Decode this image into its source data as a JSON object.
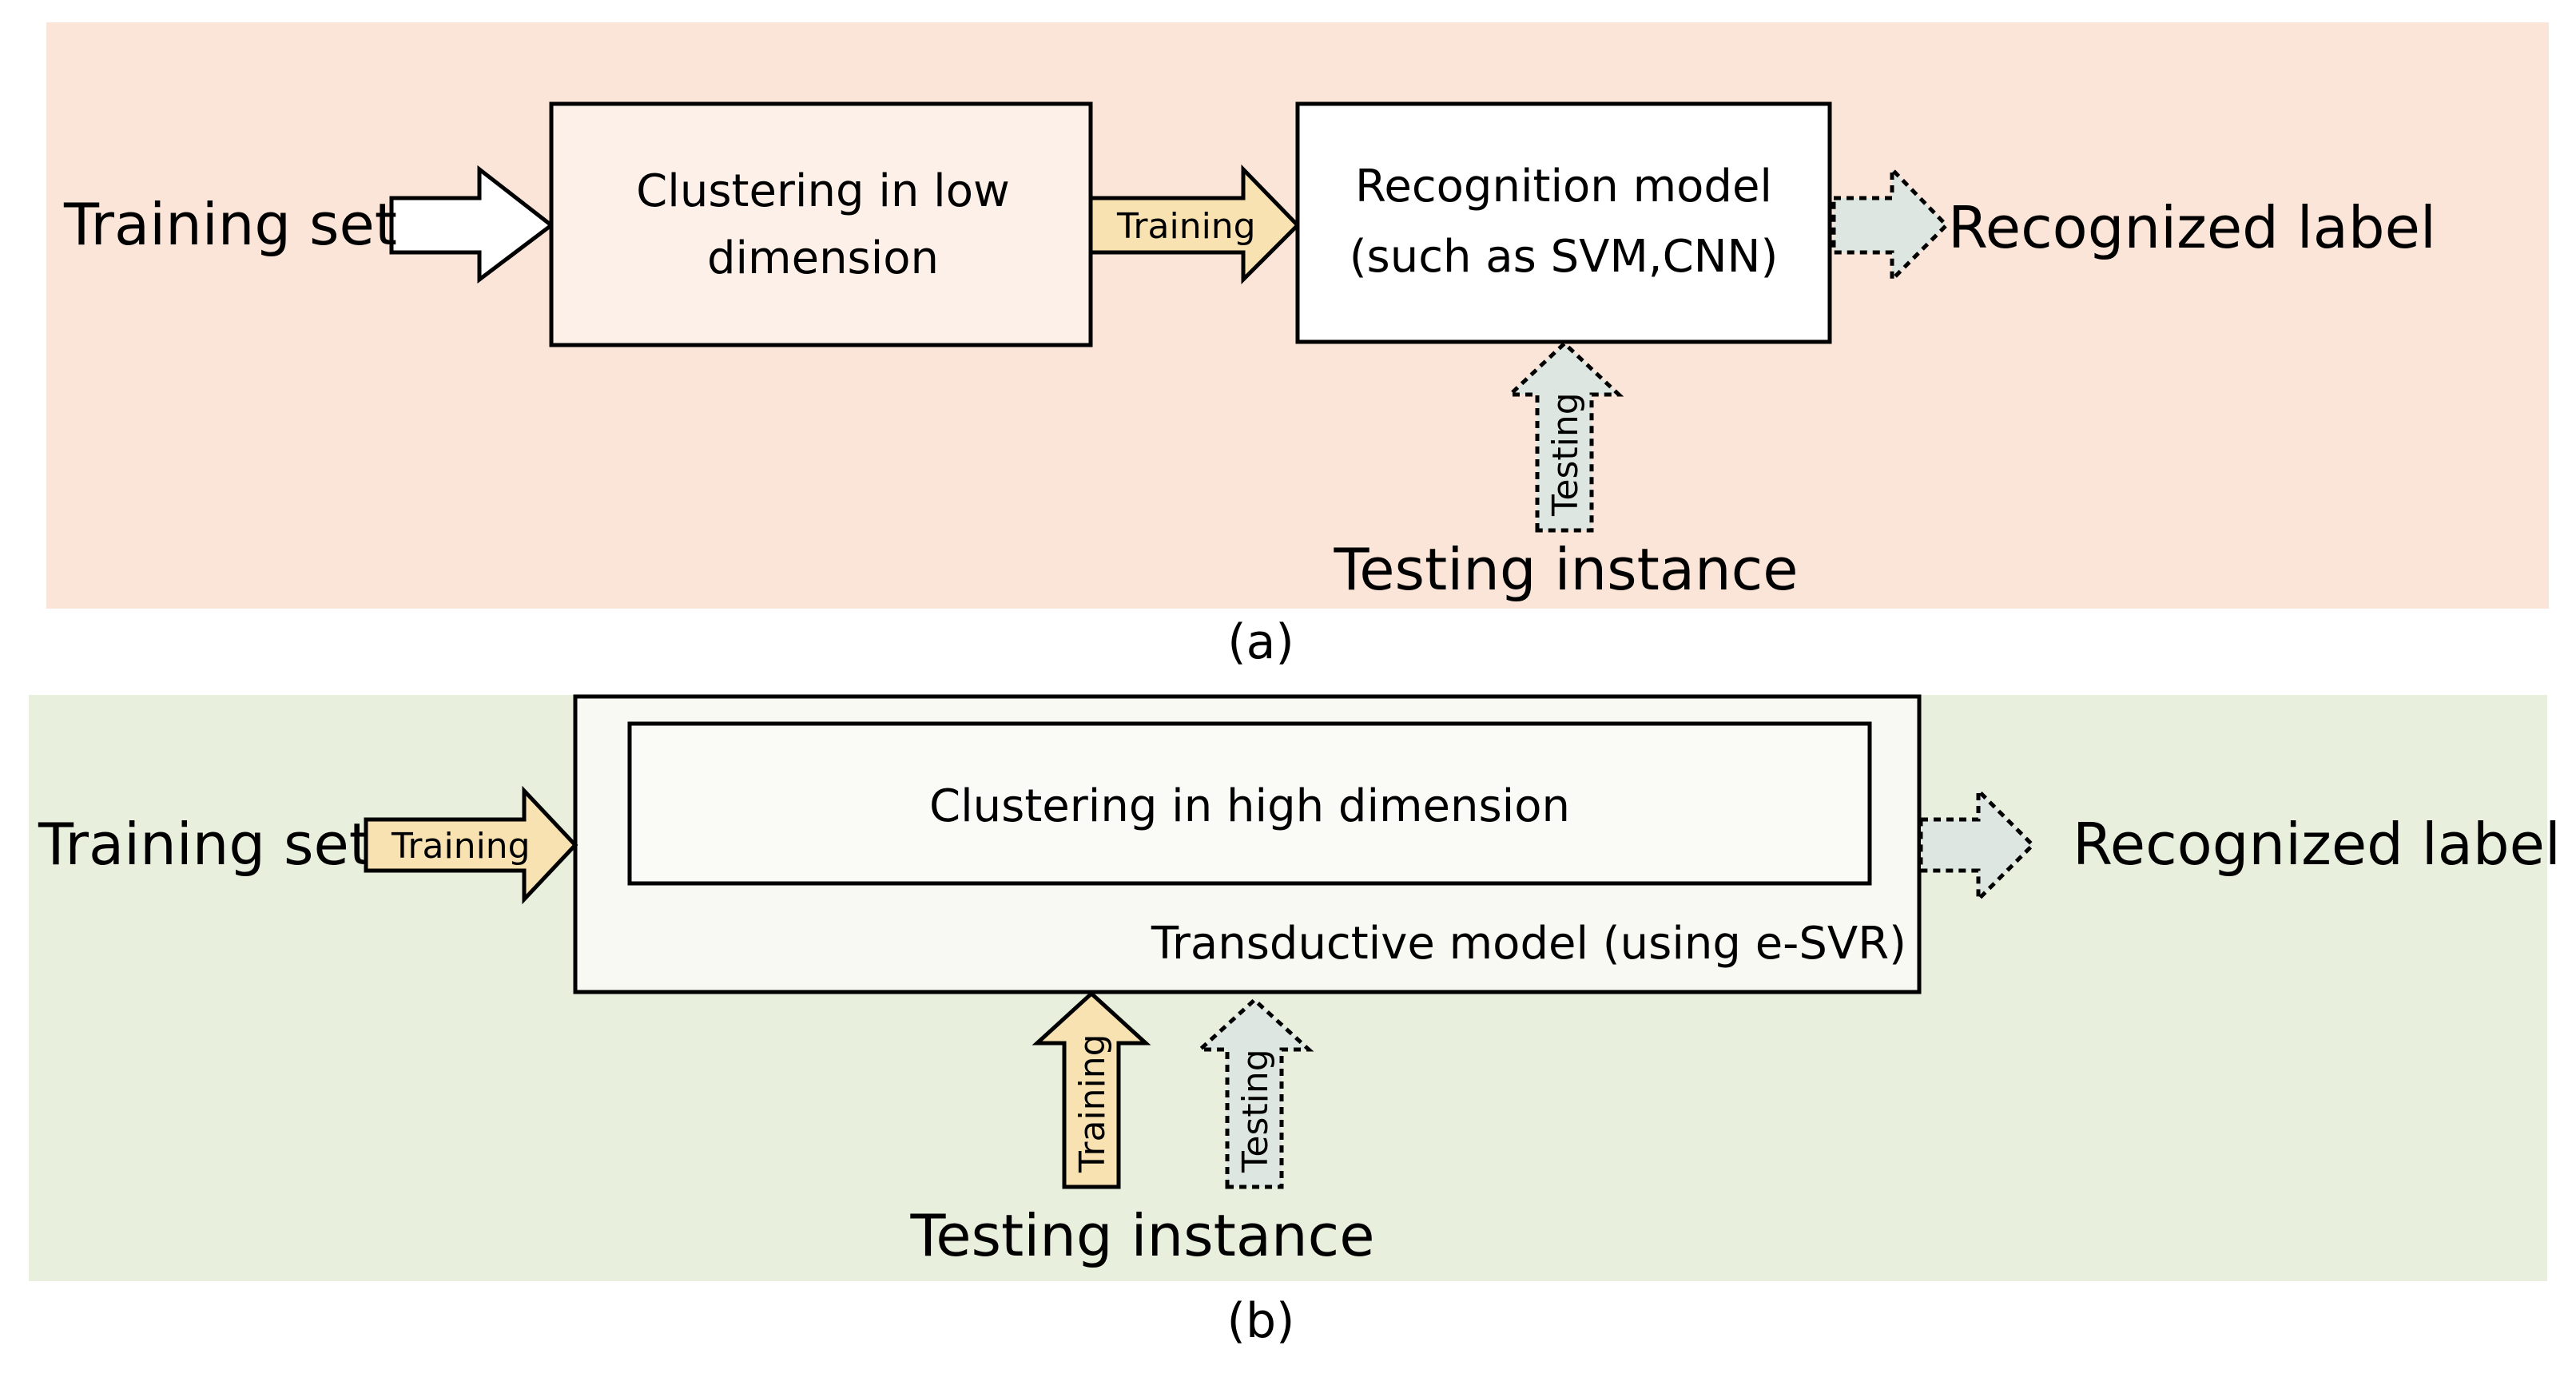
{
  "colors": {
    "panel_a_bg": "#fbe5d8",
    "panel_b_bg": "#e9efdd",
    "box_a_cluster_fill": "#fdf0e8",
    "box_a_model_fill": "#ffffff",
    "box_b_outer_fill": "#f7f9f2",
    "box_b_inner_fill": "#fafbf6",
    "training_arrow_fill": "#f9e2b2",
    "testing_arrow_fill": "#dee6e2",
    "input_arrow_fill": "#ffffff"
  },
  "panel_a": {
    "input_label": "Training set",
    "cluster_box": {
      "line1": "Clustering in low",
      "line2": "dimension"
    },
    "training_arrow_label": "Training",
    "model_box": {
      "line1": "Recognition model",
      "line2": "(such as SVM,CNN)"
    },
    "output_label": "Recognized label",
    "testing_arrow_label": "Testing",
    "testing_instance_label": "Testing instance",
    "caption": "(a)"
  },
  "panel_b": {
    "input_label": "Training set",
    "training_arrow_label": "Training",
    "inner_box_label": "Clustering in high dimension",
    "outer_box_label": "Transductive model (using e-SVR)",
    "output_label": "Recognized label",
    "bottom_training_arrow_label": "Training",
    "bottom_testing_arrow_label": "Testing",
    "testing_instance_label": "Testing instance",
    "caption": "(b)"
  }
}
